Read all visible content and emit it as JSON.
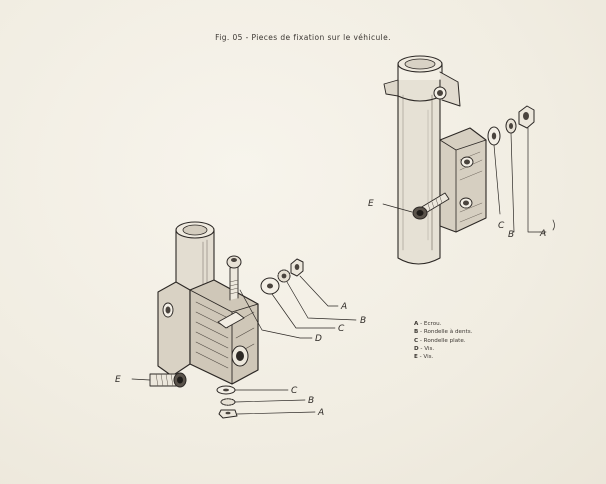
{
  "figure": {
    "title": "Fig. 05 - Pieces de fixation sur le véhicule."
  },
  "callouts": {
    "top": {
      "E": "E",
      "C": "C",
      "B": "B",
      "A": "A"
    },
    "bottom": {
      "A": "A",
      "B": "B",
      "C": "C",
      "D": "D",
      "E": "E",
      "C2": "C",
      "B2": "B",
      "A2": "A"
    }
  },
  "legend": [
    {
      "key": "A",
      "text": " - Ecrou."
    },
    {
      "key": "B",
      "text": " - Rondelle à dents."
    },
    {
      "key": "C",
      "text": " - Rondelle plate."
    },
    {
      "key": "D",
      "text": " - Vis."
    },
    {
      "key": "E",
      "text": " - Vis."
    }
  ]
}
